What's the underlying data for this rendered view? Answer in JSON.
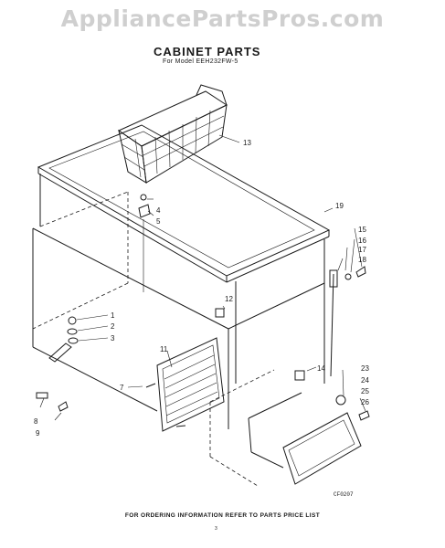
{
  "watermark": "AppliancePartsPros.com",
  "header": {
    "title": "CABINET PARTS",
    "subtitle": "For Model EEH232FW-5"
  },
  "diagram_code": "CF0207",
  "footer_text": "FOR ORDERING INFORMATION REFER TO PARTS PRICE LIST",
  "page_number": "3",
  "callouts": [
    "1",
    "2",
    "3",
    "4",
    "5",
    "7",
    "8",
    "9",
    "11",
    "12",
    "13",
    "14",
    "15",
    "16",
    "17",
    "18",
    "19",
    "23",
    "24",
    "25",
    "26"
  ]
}
